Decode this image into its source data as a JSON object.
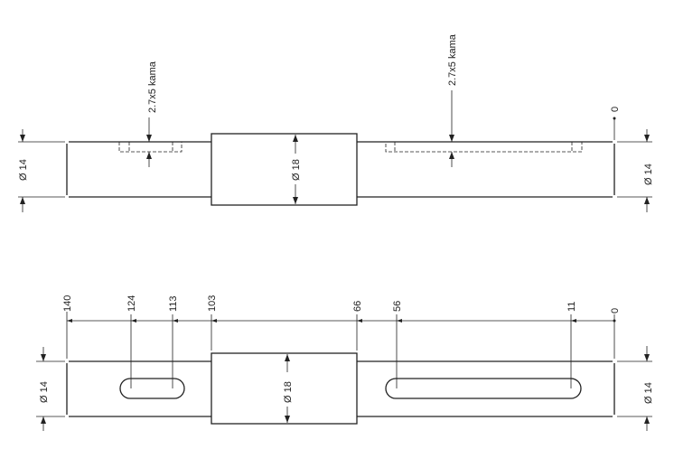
{
  "top_view": {
    "keyway_left_label": "2.7x5 kama",
    "keyway_right_label": "2.7x5 kama",
    "origin_label": "0",
    "diameter_left": "Ø 14",
    "diameter_center": "Ø 18",
    "diameter_right": "Ø 14"
  },
  "bottom_view": {
    "ordinates": [
      "140",
      "124",
      "113",
      "103",
      "66",
      "56",
      "11",
      "0"
    ],
    "diameter_left": "Ø 14",
    "diameter_center": "Ø 18",
    "diameter_right": "Ø 14"
  }
}
